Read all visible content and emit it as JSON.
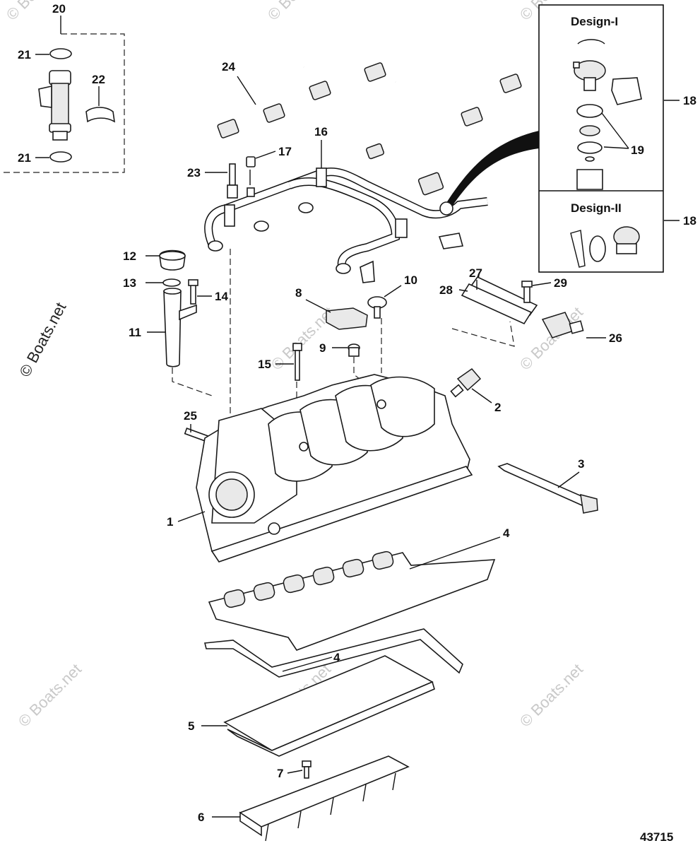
{
  "callouts": {
    "c1": "1",
    "c2": "2",
    "c3": "3",
    "c4a": "4",
    "c4b": "4",
    "c5": "5",
    "c6": "6",
    "c7": "7",
    "c8": "8",
    "c9": "9",
    "c10": "10",
    "c11": "11",
    "c12": "12",
    "c13": "13",
    "c14": "14",
    "c15": "15",
    "c16": "16",
    "c17": "17",
    "c18a": "18",
    "c18b": "18",
    "c19": "19",
    "c20": "20",
    "c21a": "21",
    "c21b": "21",
    "c22": "22",
    "c23": "23",
    "c24": "24",
    "c25": "25",
    "c26": "26",
    "c27": "27",
    "c28": "28",
    "c29": "29"
  },
  "inset": {
    "design1_title": "Design-I",
    "design2_title": "Design-II"
  },
  "figure_number": "43715",
  "watermarks": {
    "side_text": "© Boats.net",
    "tile_text": "© Boats.net"
  }
}
